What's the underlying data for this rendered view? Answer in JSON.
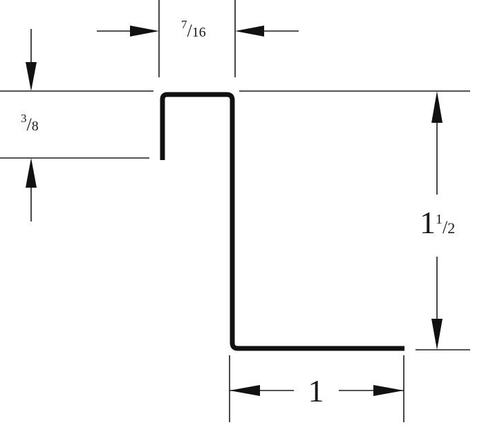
{
  "diagram": {
    "colors": {
      "line": "#111111",
      "background": "#ffffff"
    },
    "dimensions": {
      "top_width": {
        "numerator": "7",
        "denominator": "16"
      },
      "return_height": {
        "numerator": "3",
        "denominator": "8"
      },
      "total_height": {
        "whole": "1",
        "numerator": "1",
        "denominator": "2"
      },
      "bottom_flange": {
        "whole": "1"
      }
    }
  }
}
